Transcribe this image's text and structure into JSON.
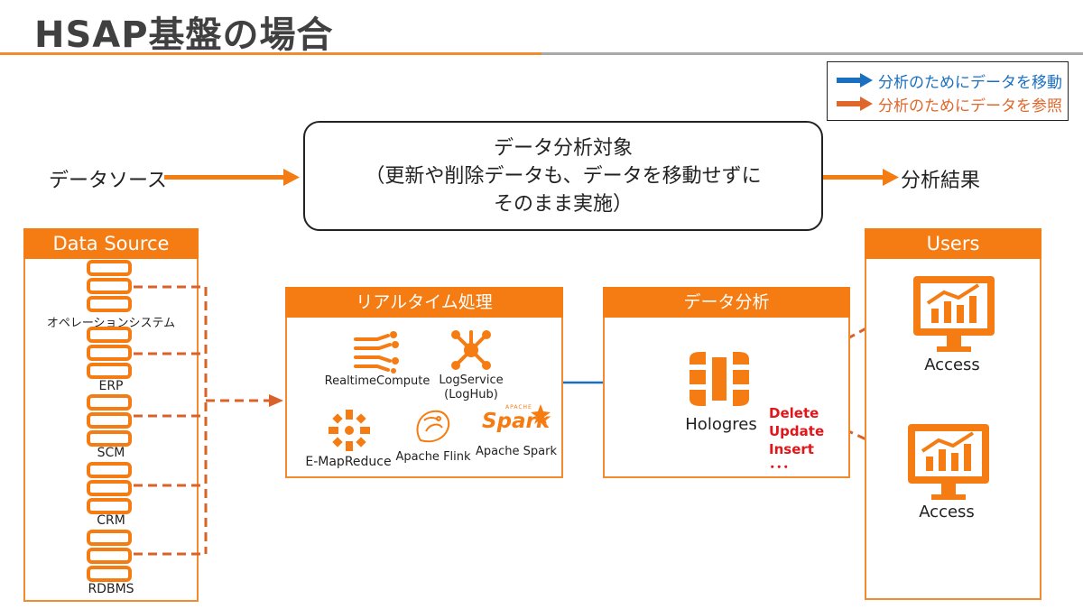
{
  "header": {
    "title": "HSAP基盤の場合"
  },
  "legend": {
    "move_label": "分析のためにデータを移動",
    "reference_label": "分析のためにデータを参照",
    "move_color": "#1a6fc0",
    "reference_color": "#e0672c"
  },
  "overview": {
    "source_label": "データソース",
    "target_line1": "データ分析対象",
    "target_line2": "（更新や削除データも、データを移動せずに",
    "target_line3": "そのまま実施）",
    "result_label": "分析結果"
  },
  "data_source": {
    "title": "Data Source",
    "items": [
      {
        "label": "オペレーションシステム",
        "icon": "server-icon"
      },
      {
        "label": "ERP",
        "icon": "server-icon"
      },
      {
        "label": "SCM",
        "icon": "server-icon"
      },
      {
        "label": "CRM",
        "icon": "server-icon"
      },
      {
        "label": "RDBMS",
        "icon": "server-icon"
      }
    ]
  },
  "realtime": {
    "title": "リアルタイム処理",
    "items": [
      {
        "label": "RealtimeCompute",
        "icon": "realtime-compute-icon"
      },
      {
        "label": "LogService",
        "label2": "(LogHub)",
        "icon": "log-service-icon"
      },
      {
        "label": "E-MapReduce",
        "icon": "emapreduce-icon"
      },
      {
        "label": "Apache Flink",
        "icon": "flink-icon"
      },
      {
        "label": "Apache Spark",
        "icon": "spark-icon",
        "logo_text": "Spark",
        "logo_small": "APACHE"
      }
    ]
  },
  "analysis": {
    "title": "データ分析",
    "engine_label": "Hologres",
    "engine_icon": "hologres-icon",
    "ops": [
      "Delete",
      "Update",
      "Insert",
      "･･･"
    ]
  },
  "users": {
    "title": "Users",
    "items": [
      {
        "label": "Access",
        "icon": "monitor-chart-icon"
      },
      {
        "label": "Access",
        "icon": "monitor-chart-icon"
      }
    ]
  },
  "colors": {
    "accent": "#f57c12",
    "accent_light": "#f28a2e",
    "dashed_arrow": "#d9622b",
    "move_arrow": "#1a6fc0",
    "ops_red": "#e0161a"
  }
}
